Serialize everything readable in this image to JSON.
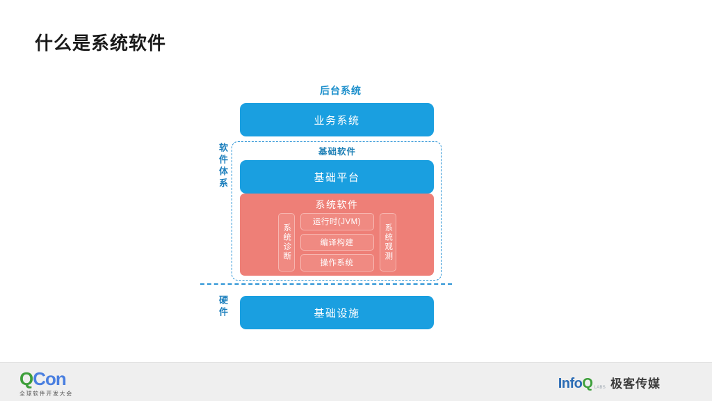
{
  "slide": {
    "title": "什么是系统软件",
    "background": "#ffffff"
  },
  "diagram": {
    "top_label": "后台系统",
    "side_labels": {
      "software": "软件体系",
      "hardware": "硬件"
    },
    "dashed_group_label": "基础软件",
    "layers": [
      {
        "name": "business",
        "label": "业务系统",
        "color": "#1a9fe0"
      },
      {
        "name": "platform",
        "label": "基础平台",
        "color": "#1a9fe0"
      },
      {
        "name": "infrastructure",
        "label": "基础设施",
        "color": "#1a9fe0"
      }
    ],
    "system_software": {
      "title": "系统软件",
      "color": "#ee7f77",
      "left_chip": "系统诊断",
      "right_chip": "系统观测",
      "middle_chips": [
        "运行时(JVM)",
        "编译构建",
        "操作系统"
      ],
      "chip_color": "#f08a82",
      "chip_border": "#f7b6b0"
    },
    "accent_blue": "#1a9fe0",
    "label_blue": "#1a8ecb",
    "dashed_color": "#2a93d5"
  },
  "footer": {
    "qcon": {
      "q": "Q",
      "con": "Con",
      "tagline": "全球软件开发大会",
      "q_color": "#3d9f3a",
      "con_color": "#4a7fe0"
    },
    "infoq": {
      "info": "Info",
      "q": "Q",
      "tiny": "LABS",
      "cn": "极客传媒",
      "info_color": "#2b6cb5",
      "q_color": "#3d9f3a"
    },
    "background": "#efefef"
  }
}
